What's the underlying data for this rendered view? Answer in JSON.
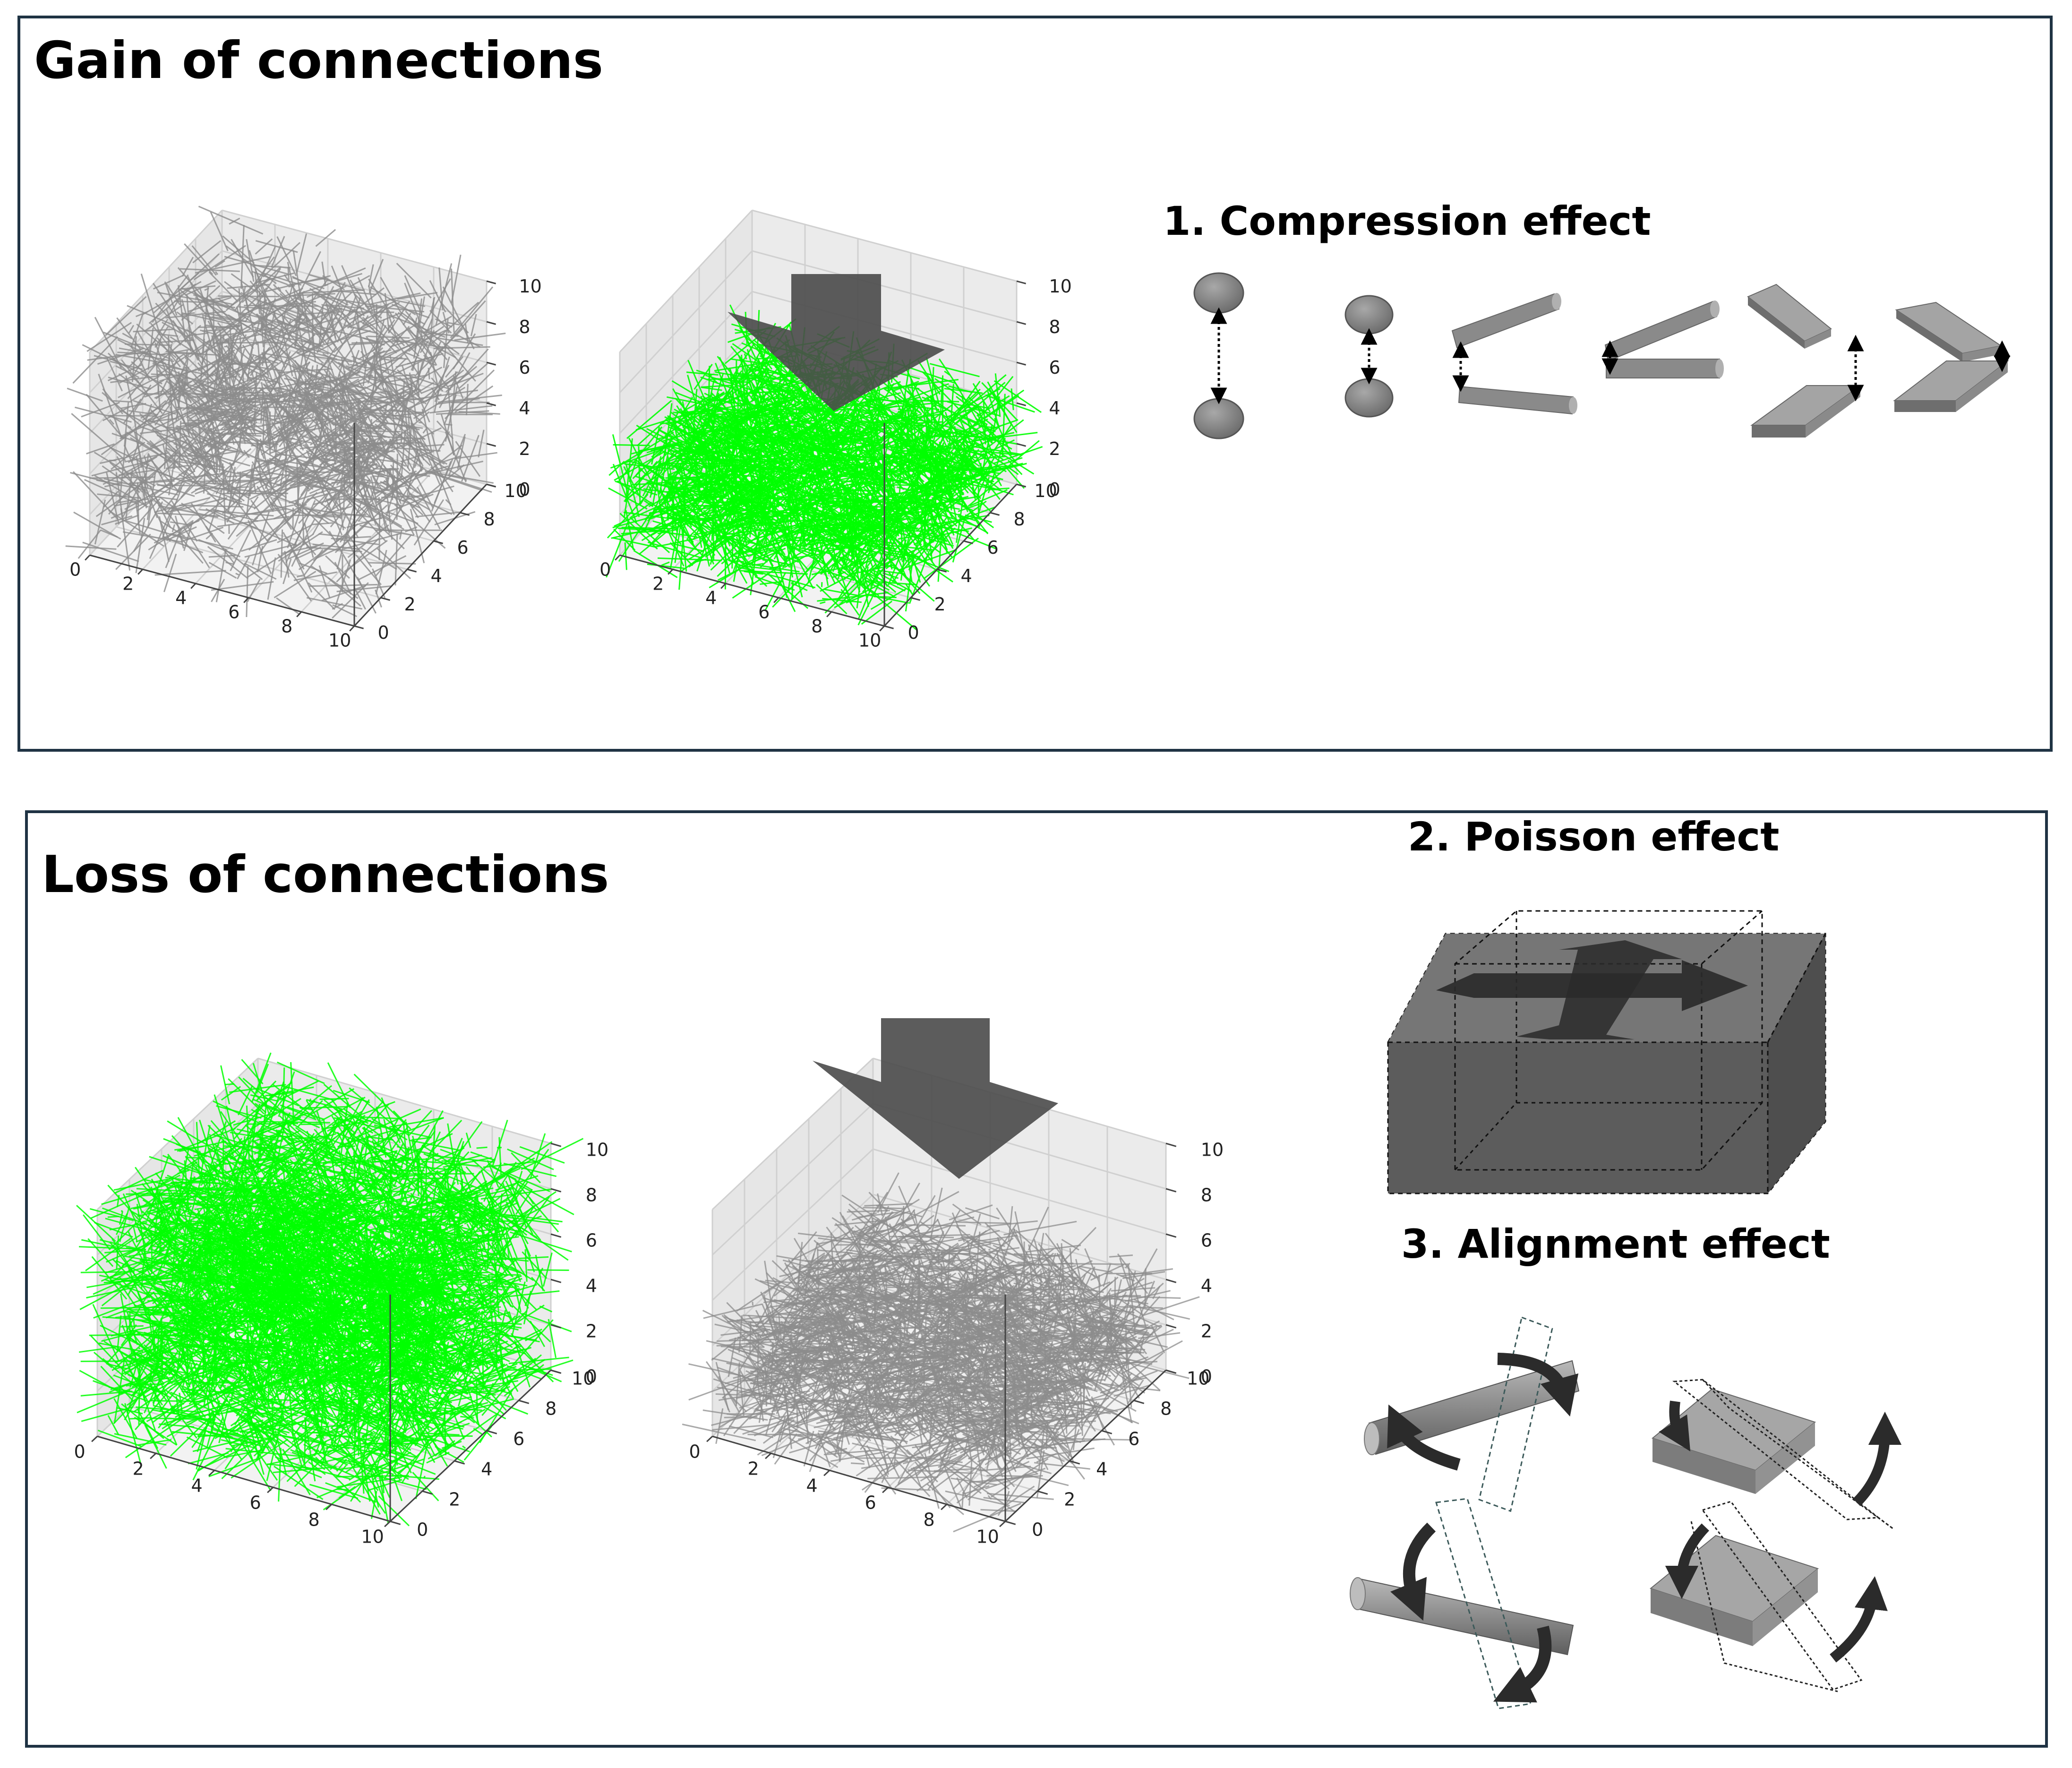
{
  "panels": {
    "gain": {
      "title": "Gain of connections"
    },
    "loss": {
      "title": "Loss of connections"
    }
  },
  "effects": {
    "compression": "1. Compression effect",
    "poisson": "2. Poisson effect",
    "alignment": "3. Alignment effect"
  },
  "plots": {
    "x_ticks": [
      "0",
      "2",
      "4",
      "6",
      "8",
      "10"
    ],
    "y_ticks": [
      "0",
      "2",
      "4",
      "6",
      "8",
      "10"
    ],
    "z_ticks": [
      "0",
      "2",
      "4",
      "6",
      "8",
      "10"
    ],
    "connected_color": "#00ff00",
    "unconnected_color": "#8c8c8c",
    "arrow_color": "#4a4a4a"
  }
}
